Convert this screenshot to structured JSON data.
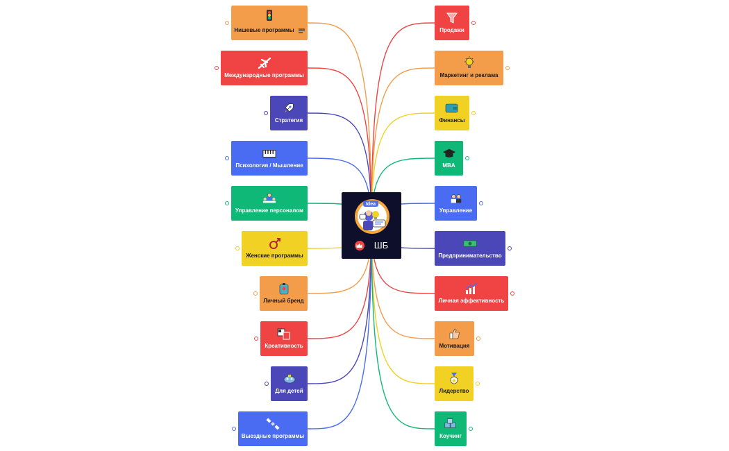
{
  "center": {
    "label": "ШБ",
    "bg": "#0e0f2a",
    "badge_icon": "crown-badge-icon",
    "image_icon": "idea-illustration-icon"
  },
  "colors": {
    "orange": "#f39c4a",
    "red": "#f04444",
    "indigo": "#4b47b8",
    "blue": "#4a6cf2",
    "green": "#10b877",
    "yellow": "#f0d124"
  },
  "left": [
    {
      "label": "Нишевые программы",
      "color": "orange",
      "icon": "traffic-light-icon",
      "notes": true
    },
    {
      "label": "Международные программы",
      "color": "red",
      "icon": "airplane-icon"
    },
    {
      "label": "Стратегия",
      "color": "indigo",
      "icon": "rocket-icon"
    },
    {
      "label": "Психология / Мышление",
      "color": "blue",
      "icon": "piano-icon"
    },
    {
      "label": "Управление персоналом",
      "color": "green",
      "icon": "team-icon"
    },
    {
      "label": "Женские программы",
      "color": "yellow",
      "icon": "male-symbol-icon"
    },
    {
      "label": "Личный бренд",
      "color": "orange",
      "icon": "badge-icon"
    },
    {
      "label": "Креативность",
      "color": "red",
      "icon": "design-tools-icon"
    },
    {
      "label": "Для детей",
      "color": "indigo",
      "icon": "toy-icon"
    },
    {
      "label": "Выездные программы",
      "color": "blue",
      "icon": "satellite-icon"
    }
  ],
  "right": [
    {
      "label": "Продажи",
      "color": "red",
      "icon": "funnel-icon"
    },
    {
      "label": "Маркетинг и реклама",
      "color": "orange",
      "icon": "lightbulb-icon"
    },
    {
      "label": "Финансы",
      "color": "yellow",
      "icon": "wallet-icon"
    },
    {
      "label": "MBA",
      "color": "green",
      "icon": "graduation-cap-icon"
    },
    {
      "label": "Управление",
      "color": "blue",
      "icon": "people-icon"
    },
    {
      "label": "Предпринимательство",
      "color": "indigo",
      "icon": "money-icon"
    },
    {
      "label": "Личная эффективность",
      "color": "red",
      "icon": "growth-chart-icon"
    },
    {
      "label": "Мотивация",
      "color": "orange",
      "icon": "thumbs-up-icon"
    },
    {
      "label": "Лидерство",
      "color": "yellow",
      "icon": "medal-icon"
    },
    {
      "label": "Коучинг",
      "color": "green",
      "icon": "boxes-icon"
    }
  ]
}
